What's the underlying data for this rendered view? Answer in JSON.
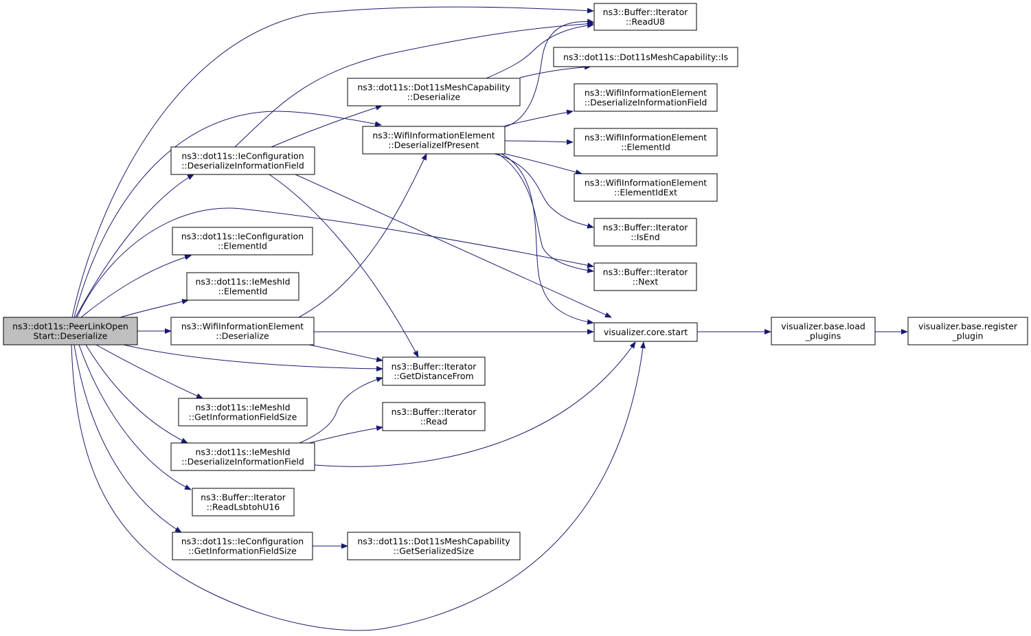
{
  "colors": {
    "edge": "#191970",
    "root_fill": "#bfbfbf",
    "node_fill": "#ffffff",
    "node_stroke": "#000000"
  },
  "nodes": {
    "n_root": [
      "ns3::dot11s::PeerLinkOpen",
      "Start::Deserialize"
    ],
    "n_readu8": [
      "ns3::Buffer::Iterator",
      "::ReadU8"
    ],
    "n_meshcap_is": [
      "ns3::dot11s::Dot11sMeshCapability::Is"
    ],
    "n_meshcap_deser": [
      "ns3::dot11s::Dot11sMeshCapability",
      "::Deserialize"
    ],
    "n_wie_deser_info": [
      "ns3::WifiInformationElement",
      "::DeserializeInformationField"
    ],
    "n_wie_deser_ifpresent": [
      "ns3::WifiInformationElement",
      "::DeserializeIfPresent"
    ],
    "n_ieconf_deser_info": [
      "ns3::dot11s::IeConfiguration",
      "::DeserializeInformationField"
    ],
    "n_wie_elementid": [
      "ns3::WifiInformationElement",
      "::ElementId"
    ],
    "n_wie_elementidext": [
      "ns3::WifiInformationElement",
      "::ElementIdExt"
    ],
    "n_isend": [
      "ns3::Buffer::Iterator",
      "::IsEnd"
    ],
    "n_ieconf_elementid": [
      "ns3::dot11s::IeConfiguration",
      "::ElementId"
    ],
    "n_next": [
      "ns3::Buffer::Iterator",
      "::Next"
    ],
    "n_iemesh_elementid": [
      "ns3::dot11s::IeMeshId",
      "::ElementId"
    ],
    "n_wie_deser": [
      "ns3::WifiInformationElement",
      "::Deserialize"
    ],
    "n_viz_start": [
      "visualizer.core.start"
    ],
    "n_viz_load": [
      "visualizer.base.load",
      "_plugins"
    ],
    "n_viz_register": [
      "visualizer.base.register",
      "_plugin"
    ],
    "n_getdistance": [
      "ns3::Buffer::Iterator",
      "::GetDistanceFrom"
    ],
    "n_iemesh_getinfosize": [
      "ns3::dot11s::IeMeshId",
      "::GetInformationFieldSize"
    ],
    "n_read": [
      "ns3::Buffer::Iterator",
      "::Read"
    ],
    "n_iemesh_deser_info": [
      "ns3::dot11s::IeMeshId",
      "::DeserializeInformationField"
    ],
    "n_readlsb": [
      "ns3::Buffer::Iterator",
      "::ReadLsbtohU16"
    ],
    "n_ieconf_getinfosize": [
      "ns3::dot11s::IeConfiguration",
      "::GetInformationFieldSize"
    ],
    "n_meshcap_getsize": [
      "ns3::dot11s::Dot11sMeshCapability",
      "::GetSerializedSize"
    ]
  }
}
